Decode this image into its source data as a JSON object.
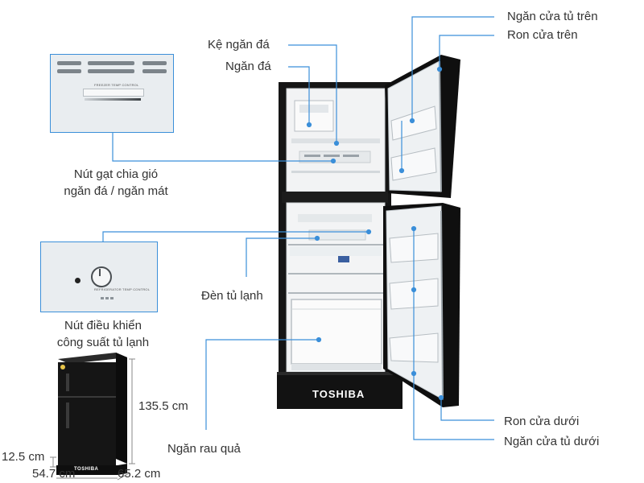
{
  "brand": "TOSHIBA",
  "parts": {
    "upper_door_shelf": "Ngăn cửa tủ trên",
    "upper_door_gasket": "Ron cửa trên",
    "ice_shelf": "Kệ ngăn đá",
    "freezer": "Ngăn đá",
    "air_lever_line1": "Nút gạt chia gió",
    "air_lever_line2": "ngăn đá / ngăn mát",
    "fridge_light": "Đèn tủ lạnh",
    "power_knob_line1": "Nút điều khiển",
    "power_knob_line2": "công suất tủ lạnh",
    "crisper": "Ngăn rau quả",
    "lower_door_gasket": "Ron cửa dưới",
    "lower_door_shelf": "Ngăn cửa tủ dưới"
  },
  "dimensions": {
    "height": "135.5 cm",
    "foot": "12.5 cm",
    "width": "54.7 cm",
    "depth": "65.2 cm"
  },
  "inset_text": {
    "freezer_control": "FREEZER TEMP CONTROL",
    "refrigerator_control": "REFRIGERATOR TEMP CONTROL"
  },
  "colors": {
    "callout_line": "#3b8fd9",
    "fridge_body": "#141414"
  }
}
